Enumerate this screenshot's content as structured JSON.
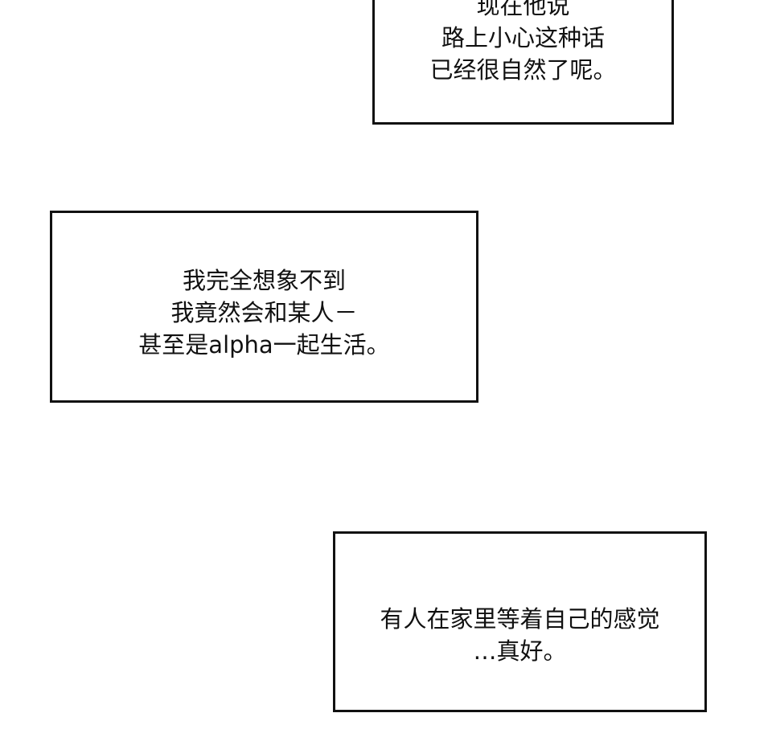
{
  "captions": [
    {
      "lines": "现在他说\n路上小心这种话\n已经很自然了呢。"
    },
    {
      "lines": "我完全想象不到\n我竟然会和某人－\n甚至是alpha一起生活。"
    },
    {
      "lines": "有人在家里等着自己的感觉\n…真好。"
    }
  ]
}
